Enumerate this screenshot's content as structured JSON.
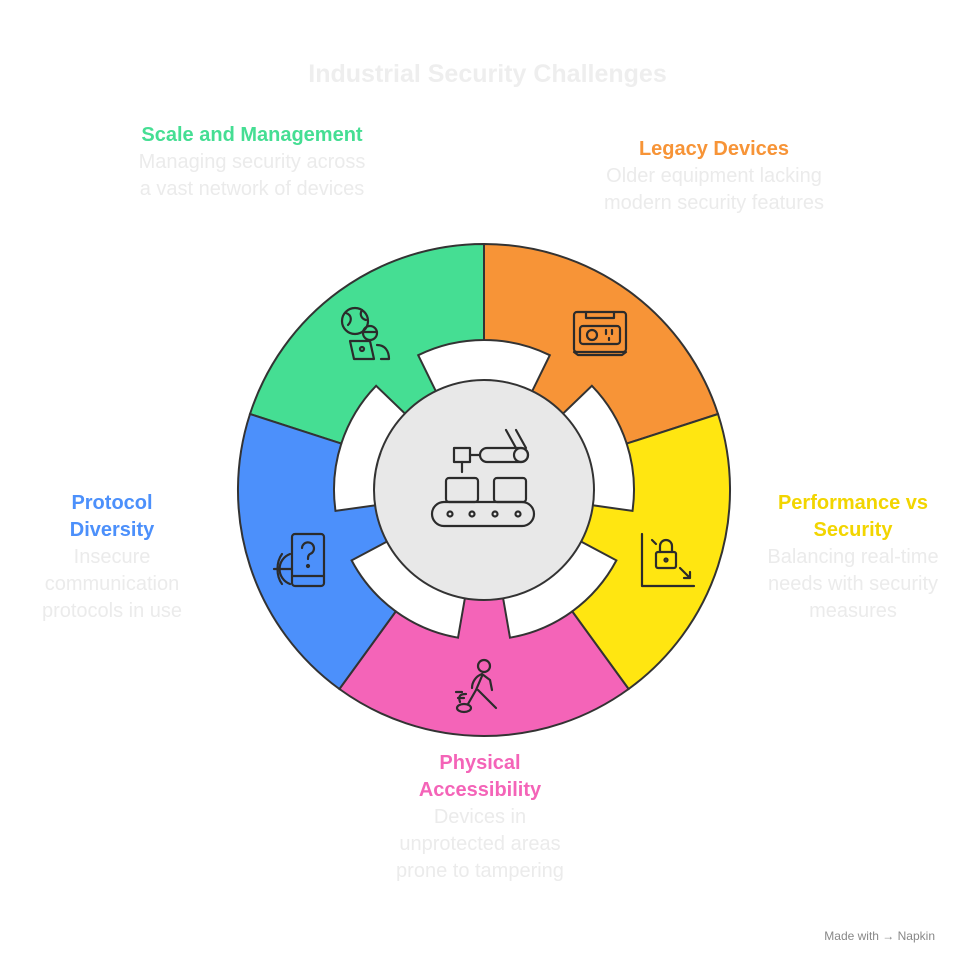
{
  "title": "Industrial Security Challenges",
  "segments": [
    {
      "id": "scale",
      "heading": "Scale and Management",
      "description": "Managing security across a vast network of devices",
      "color": "#45DE93",
      "icon": "globe-people-laptop-icon"
    },
    {
      "id": "legacy",
      "heading": "Legacy Devices",
      "description": "Older equipment lacking modern security features",
      "color": "#F79437",
      "icon": "legacy-device-icon"
    },
    {
      "id": "performance",
      "heading": "Performance vs Security",
      "description": "Balancing real-time needs with security measures",
      "color": "#FFE611",
      "icon": "lock-chart-icon"
    },
    {
      "id": "physical",
      "heading": "Physical Accessibility",
      "description": "Devices in unprotected areas prone to tampering",
      "color": "#F464B8",
      "icon": "person-walking-icon"
    },
    {
      "id": "protocol",
      "heading": "Protocol Diversity",
      "description": "Insecure communication protocols in use",
      "color": "#4C90FB",
      "icon": "globe-phone-question-icon"
    }
  ],
  "center": {
    "icon": "robot-arm-conveyor-icon",
    "color": "#E8E8E8"
  },
  "branding": "Made with → Napkin"
}
